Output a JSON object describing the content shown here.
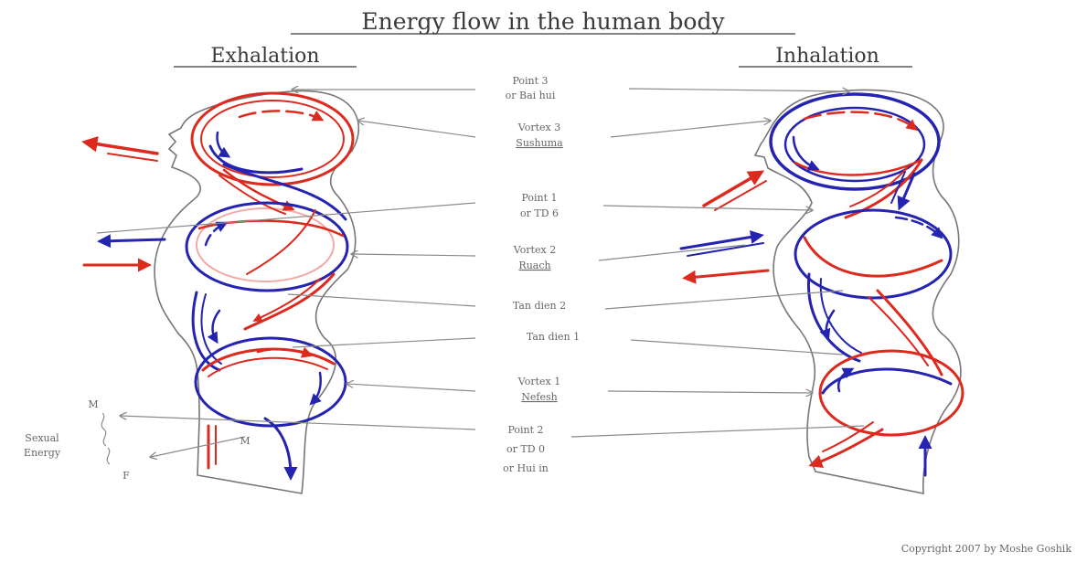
{
  "title": "Energy flow in the human body",
  "left_heading": "Exhalation",
  "right_heading": "Inhalation",
  "center_labels": [
    {
      "line1": "Point 3",
      "line2": "or Bai hui",
      "line2_underlined": false
    },
    {
      "line1": "Vortex 3",
      "line2": "Sushuma",
      "line2_underlined": true
    },
    {
      "line1": "Point 1",
      "line2": "or TD 6",
      "line2_underlined": false
    },
    {
      "line1": "Vortex 2",
      "line2": "Ruach",
      "line2_underlined": true
    },
    {
      "line1": "Tan dien 2",
      "line2": "",
      "line2_underlined": false
    },
    {
      "line1": "Tan dien 1",
      "line2": "",
      "line2_underlined": false
    },
    {
      "line1": "Vortex 1",
      "line2": "Nefesh",
      "line2_underlined": true
    },
    {
      "line1": "Point 2",
      "line2": "or TD 0",
      "line3": "or Hui in",
      "line2_underlined": false
    }
  ],
  "sexual_energy": {
    "label_line1": "Sexual",
    "label_line2": "Energy",
    "m_top": "M",
    "m_inner": "M",
    "f": "F"
  },
  "copyright": "Copyright 2007 by Moshe Goshik",
  "colors": {
    "red": "#dd2a1e",
    "blue": "#2424b0",
    "outline": "#777777"
  }
}
